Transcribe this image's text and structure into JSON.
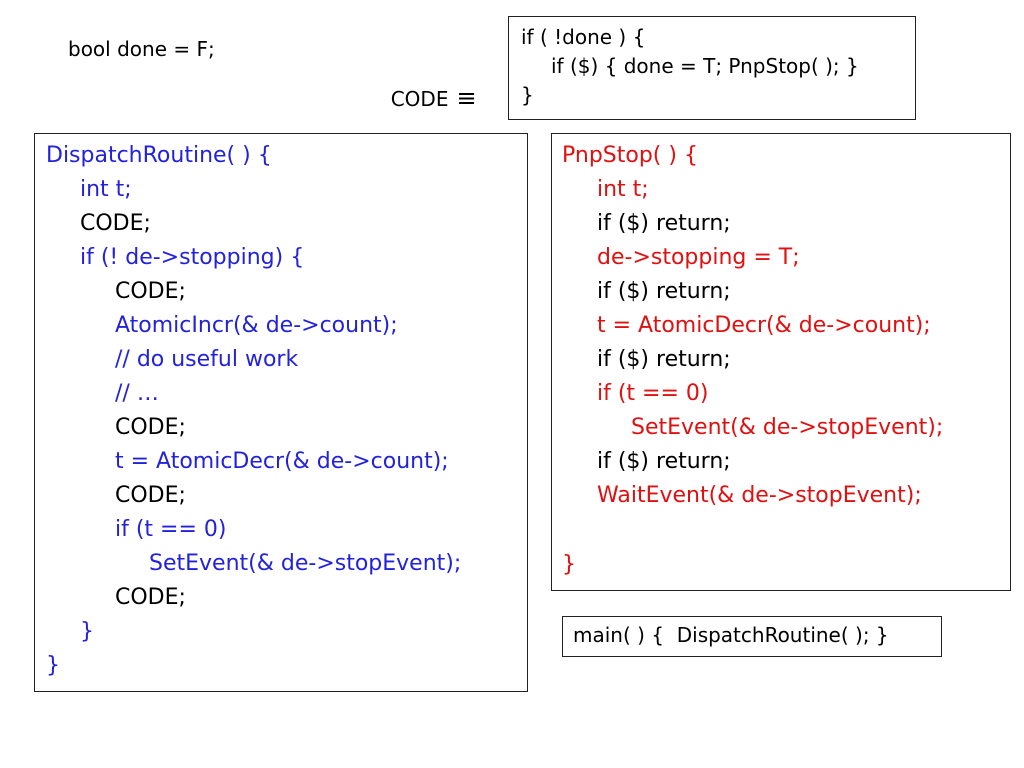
{
  "declaration": "bool done = F;",
  "code_definition": {
    "label": "CODE",
    "symbol": "≡"
  },
  "macro_lines": [
    "if ( !done ) {",
    "if ($) { done = T; PnpStop( ); }",
    "}"
  ],
  "dispatch_routine": [
    "DispatchRoutine( ) {",
    "int t;",
    "CODE;",
    "if (! de->stopping) {",
    "CODE;",
    "AtomicIncr(& de->count);",
    "// do useful work",
    "// …",
    "CODE;",
    "t = AtomicDecr(& de->count);",
    "CODE;",
    "if (t == 0)",
    "SetEvent(& de->stopEvent);",
    "CODE;",
    "}",
    "}"
  ],
  "pnp_stop": [
    "PnpStop( ) {",
    "int t;",
    "if ($) return;",
    "de->stopping = T;",
    "if ($) return;",
    "t = AtomicDecr(& de->count);",
    "if ($) return;",
    "if (t == 0)",
    "SetEvent(& de->stopEvent);",
    "if ($) return;",
    "WaitEvent(& de->stopEvent);",
    "}"
  ],
  "main_line": "main( ) {  DispatchRoutine( ); }",
  "colors": {
    "blue": "#2222dd",
    "red": "#e01010",
    "black": "#000000"
  }
}
